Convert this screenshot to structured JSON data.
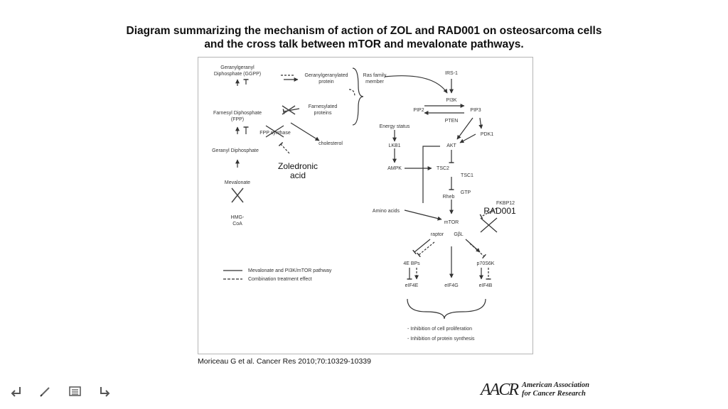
{
  "slide": {
    "title_line1": "Diagram summarizing the mechanism of action of ZOL and RAD001 on osteosarcoma cells",
    "title_line2": "and the cross talk between mTOR and mevalonate pathways.",
    "citation": "Moriceau G et al. Cancer Res 2010;70:10329-10339"
  },
  "diagram": {
    "nodes": {
      "ggpp": [
        "Geranylgeranyl",
        "Diphosphate (GGPP)"
      ],
      "gg_protein": [
        "Geranylgeranylated",
        "protein"
      ],
      "fpp": [
        "Farnesyl Diphosphate",
        "(FPP)"
      ],
      "farnesylated": [
        "Farnesylated",
        "proteins"
      ],
      "fpp_synthase": "FPP synthase",
      "cholesterol": "cholesterol",
      "geranyl": "Geranyl Diphosphate",
      "zoledronic": [
        "Zoledronic",
        "acid"
      ],
      "mevalonate": "Mevalonate",
      "hmg": [
        "HMG-",
        "CoA"
      ],
      "ras": [
        "Ras family",
        "member"
      ],
      "irs1": "IRS-1",
      "pi3k": "PI3K",
      "pip2": "PIP2",
      "pip3": "PIP3",
      "pten": "PTEN",
      "pdk1": "PDK1",
      "energy": "Energy status",
      "lkb1": "LKB1",
      "akt": "AKT",
      "ampk": "AMPK",
      "tsc2": "TSC2",
      "tsc1": "TSC1",
      "rheb": "Rheb",
      "gtp": "GTP",
      "fkbp12": "FKBP12",
      "rad001": "RAD001",
      "amino": "Amino acids",
      "mtor": "mTOR",
      "raptor": "raptor",
      "gbl": "GβL",
      "ebp": "4E BPs",
      "p70": "p70S6K",
      "eif4e": "eIF4E",
      "eif4g": "eIF4G",
      "eif4b": "eIF4B",
      "out1": "- Inhibition of cell proliferation",
      "out2": "- Inhibition of protein synthesis"
    },
    "legend": {
      "solid": "Mevalonate and PI3K/mTOR pathway",
      "dashed": "Combination treatment effect"
    }
  },
  "footer": {
    "logo_mark": "AACR",
    "logo_line1": "American Association",
    "logo_line2": "for Cancer Research"
  },
  "icons": [
    "back-arrow-icon",
    "pen-icon",
    "menu-icon",
    "forward-arrow-icon"
  ]
}
